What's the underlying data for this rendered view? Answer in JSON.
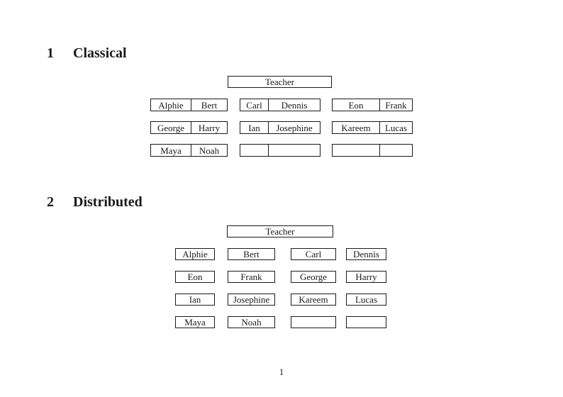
{
  "page": {
    "background_color": "#ffffff",
    "text_color": "#1a1a1a",
    "border_color": "#1a1a1a",
    "page_number": "1"
  },
  "sections": {
    "classical": {
      "number": "1",
      "title": "Classical",
      "teacher_label": "Teacher",
      "desk_rows": [
        [
          {
            "left": "Alphie",
            "right": "Bert"
          },
          {
            "left": "Carl",
            "right": "Dennis"
          },
          {
            "left": "Eon",
            "right": "Frank"
          }
        ],
        [
          {
            "left": "George",
            "right": "Harry"
          },
          {
            "left": "Ian",
            "right": "Josephine"
          },
          {
            "left": "Kareem",
            "right": "Lucas"
          }
        ],
        [
          {
            "left": "Maya",
            "right": "Noah"
          },
          {
            "left": "",
            "right": ""
          },
          {
            "left": "",
            "right": ""
          }
        ]
      ]
    },
    "distributed": {
      "number": "2",
      "title": "Distributed",
      "teacher_label": "Teacher",
      "seat_rows": [
        [
          "Alphie",
          "Bert",
          "Carl",
          "Dennis"
        ],
        [
          "Eon",
          "Frank",
          "George",
          "Harry"
        ],
        [
          "Ian",
          "Josephine",
          "Kareem",
          "Lucas"
        ],
        [
          "Maya",
          "Noah",
          "",
          ""
        ]
      ]
    }
  }
}
